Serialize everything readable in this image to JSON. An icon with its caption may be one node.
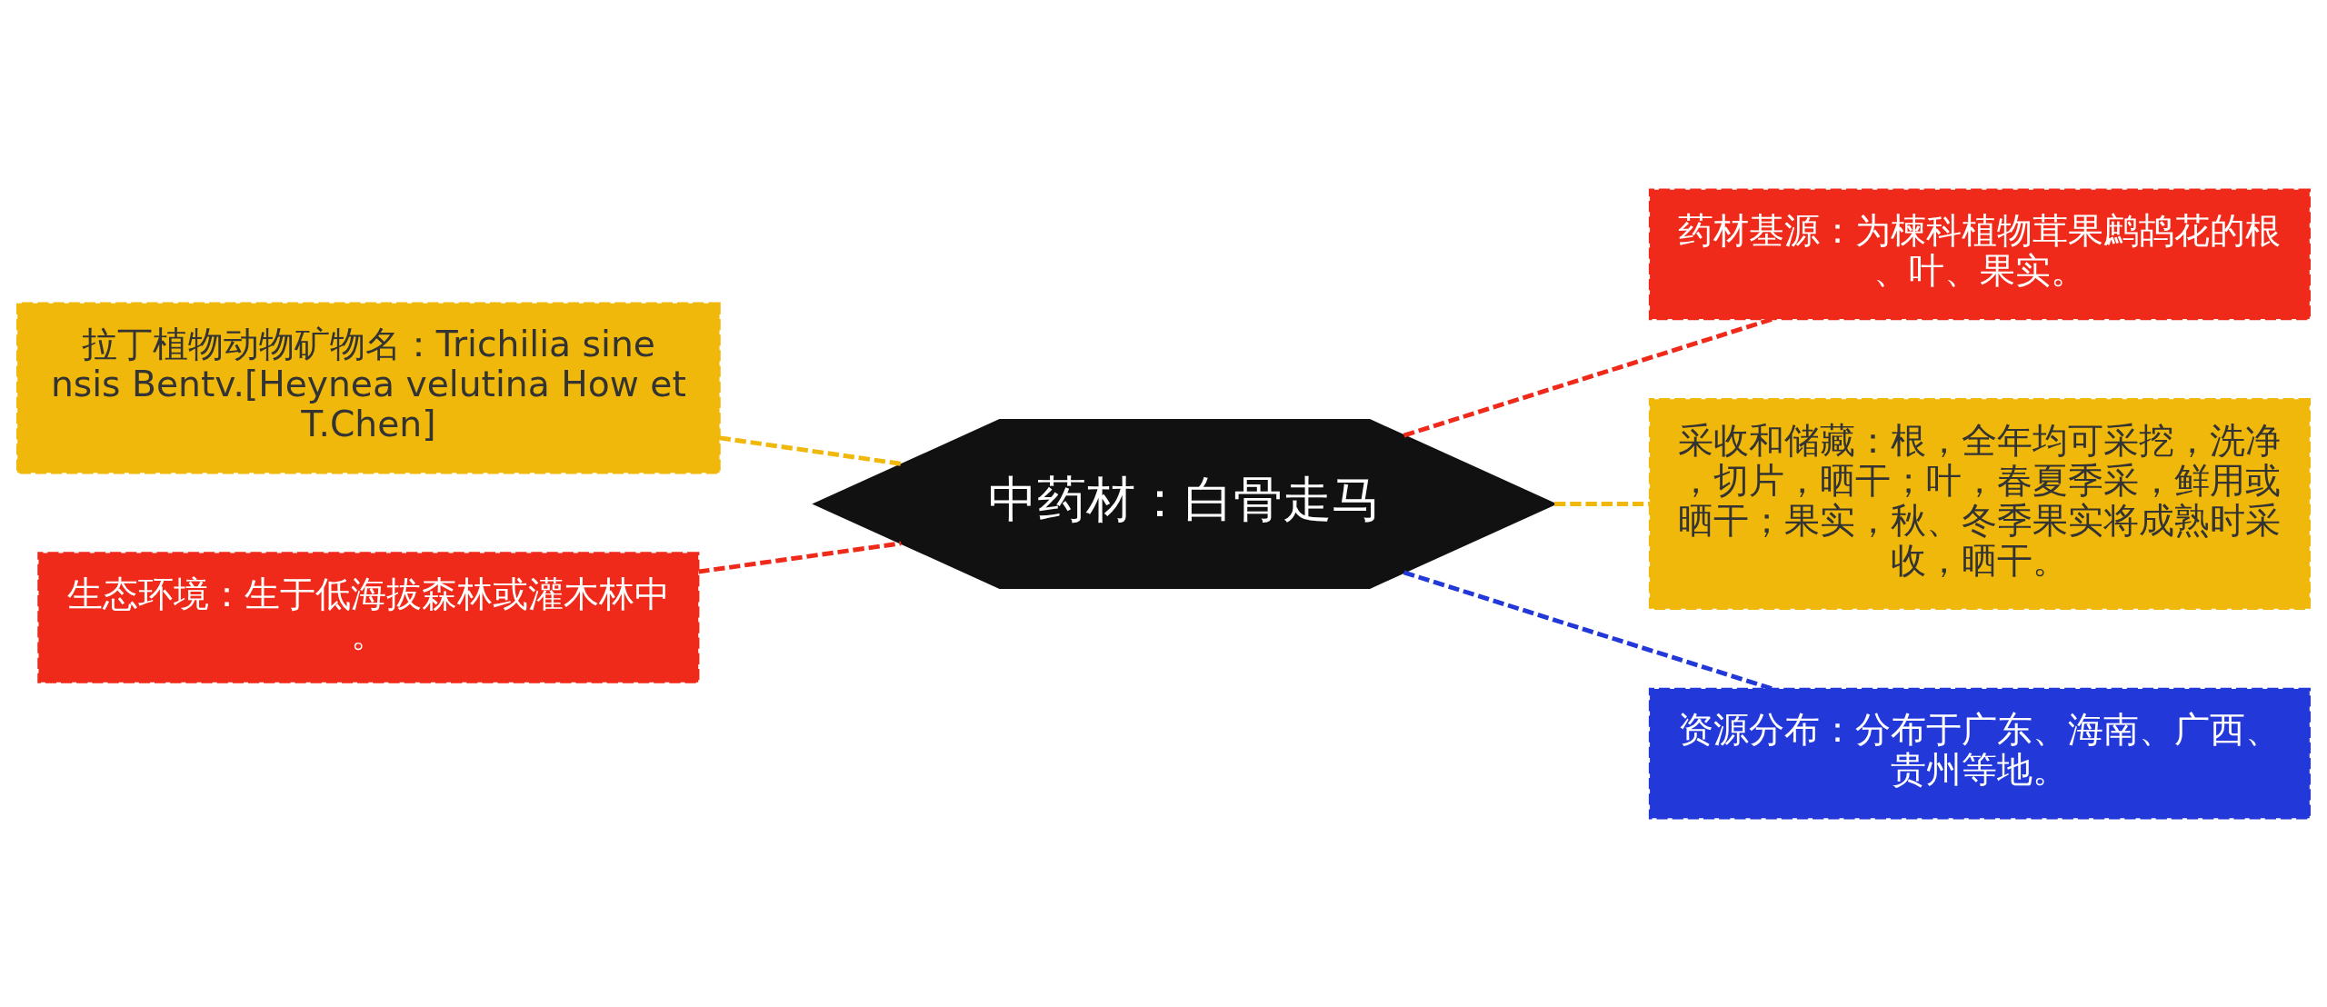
{
  "diagram": {
    "nodes": [
      {
        "text": [
          "中药材：白骨走马"
        ]
      },
      {
        "text": [
          "拉丁植物动物矿物名：Trichilia sinensis Bentv.[Heynea velutina How et T.Chen]"
        ]
      },
      {
        "text": [
          "生态环境：生于低海拔森林或灌木林中。"
        ]
      },
      {
        "text": [
          "药材基源：为楝科植物茸果鹧鸪花的根、叶、果实。"
        ]
      },
      {
        "text": [
          "采收和储藏：根，全年均可采挖，洗净，切片，晒干；叶，春夏季采，鲜用或晒干；果实，秋、冬季果实将成熟时采收，晒干。"
        ]
      },
      {
        "text": [
          "资源分布：分布于广东、海南、广西、贵州等地。"
        ]
      }
    ],
    "edges": [
      {
        "from": 0,
        "to": 1,
        "arrow": "none",
        "style": "dashed",
        "color": "#f0b80a"
      },
      {
        "from": 0,
        "to": 2,
        "arrow": "none",
        "style": "dashed",
        "color": "#f02a1a"
      },
      {
        "from": 0,
        "to": 3,
        "arrow": "none",
        "style": "dashed",
        "color": "#f02a1a"
      },
      {
        "from": 0,
        "to": 4,
        "arrow": "none",
        "style": "dashed",
        "color": "#f0b80a"
      },
      {
        "from": 0,
        "to": 5,
        "arrow": "none",
        "style": "dashed",
        "color": "#2238d8"
      }
    ]
  }
}
